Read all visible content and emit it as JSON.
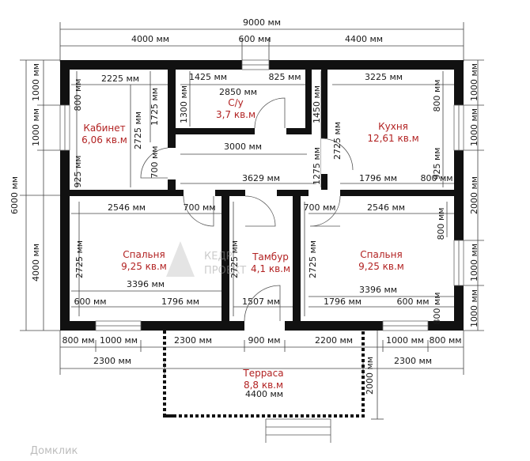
{
  "dimensions": {
    "top_total": "9000 мм",
    "top_left": "4000 мм",
    "top_mid": "600 мм",
    "top_right": "4400 мм",
    "left_total": "6000 мм",
    "left_upper": "1000 мм",
    "left_upper_mid": "1000 мм",
    "left_lower": "4000 мм",
    "right_1": "1000 мм",
    "right_2": "1000 мм",
    "right_3": "2000 мм",
    "right_4": "1000 мм",
    "right_5": "1000 мм",
    "bottom_1": "800 мм",
    "bottom_2": "1000 мм",
    "bottom_3": "2300 мм",
    "bottom_4": "900 мм",
    "bottom_5": "2200 мм",
    "bottom_6": "1000 мм",
    "bottom_7": "800 мм",
    "bottom_8": "2300 мм",
    "bottom_9": "2300 мм",
    "terrace_depth": "2000 мм",
    "terrace_width": "4400 мм",
    "kab_w": "2225 мм",
    "kab_h1": "800 мм",
    "kab_h2": "2725 мм",
    "kab_h3": "925 мм",
    "kab_h4": "1725 мм",
    "kab_door": "700 мм",
    "su_1": "1425 мм",
    "su_2": "825 мм",
    "su_w": "2850 мм",
    "su_h": "1300 мм",
    "kor_1": "1450 мм",
    "kor_w": "3000 мм",
    "kor_w2": "3629 мм",
    "kor_h": "1275 мм",
    "kux_w": "3225 мм",
    "kux_h1": "800 мм",
    "kux_h2": "2725 мм",
    "kux_h3": "925 мм",
    "kux_w2": "1796 мм",
    "kux_w3": "800 мм",
    "sp1_w": "2546 мм",
    "sp1_door": "700 мм",
    "sp1_h": "2725 мм",
    "sp1_w2": "3396 мм",
    "sp1_w3": "600 мм",
    "sp1_w4": "1796 мм",
    "tam_h": "2725 мм",
    "tam_w": "1507 мм",
    "sp2_door": "700 мм",
    "sp2_w": "2546 мм",
    "sp2_h": "2725 мм",
    "sp2_h2": "800 мм",
    "sp2_w2": "3396 мм",
    "sp2_w3": "1796 мм",
    "sp2_w4": "600 мм",
    "sp2_h3": "800 мм"
  },
  "rooms": {
    "kabinet_name": "Кабинет",
    "kabinet_area": "6,06 кв.м",
    "su_name": "С/у",
    "su_area": "3,7 кв.м",
    "kuhnya_name": "Кухня",
    "kuhnya_area": "12,61 кв.м",
    "spalnya1_name": "Спальня",
    "spalnya1_area": "9,25 кв.м",
    "tambur_name": "Тамбур",
    "tambur_area": "4,1 кв.м",
    "spalnya2_name": "Спальня",
    "spalnya2_area": "9,25 кв.м",
    "terrasa_name": "Терраса",
    "terrasa_area": "8,8 кв.м"
  },
  "watermark": {
    "text1": "Домклик",
    "text2": "КЕДР",
    "text3": "ПРОЕКТ"
  },
  "colors": {
    "room_label": "#b22222",
    "wall": "#111111"
  }
}
